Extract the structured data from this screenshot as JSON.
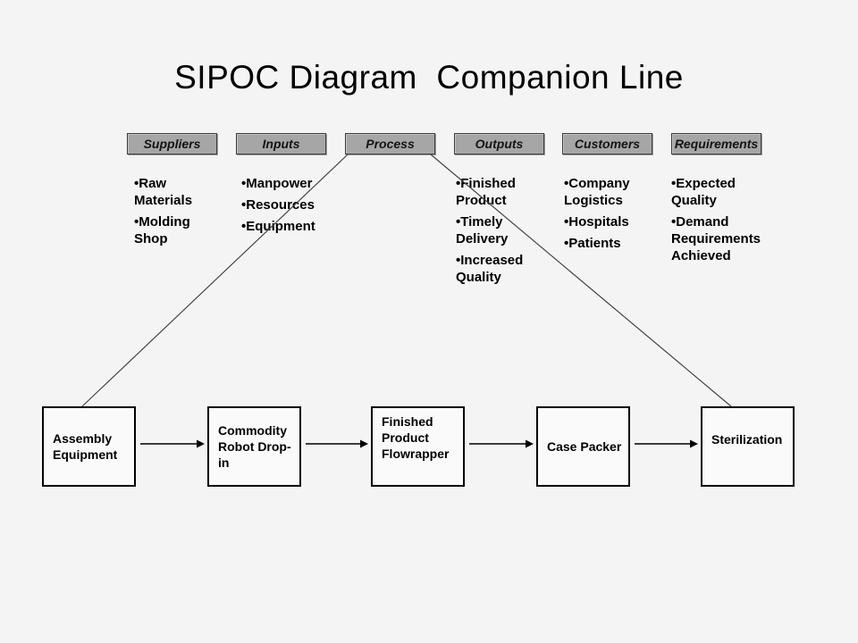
{
  "title": "SIPOC Diagram  Companion Line",
  "bullet": "•",
  "colors": {
    "background": "#f4f4f4",
    "header_fill": "#a6a6a6",
    "header_border": "#3c3c3c",
    "box_fill": "#fafafa",
    "box_border": "#000000",
    "line": "#444444",
    "text": "#000000"
  },
  "sipoc_columns": [
    {
      "id": "suppliers",
      "header": "Suppliers",
      "items": [
        "Raw Materials",
        "Molding Shop"
      ]
    },
    {
      "id": "inputs",
      "header": "Inputs",
      "items": [
        "Manpower",
        "Resources",
        "Equipment"
      ]
    },
    {
      "id": "process",
      "header": "Process",
      "items": []
    },
    {
      "id": "outputs",
      "header": "Outputs",
      "items": [
        "Finished Product",
        "Timely Delivery",
        "Increased Quality"
      ]
    },
    {
      "id": "customers",
      "header": "Customers",
      "items": [
        "Company Logistics",
        "Hospitals",
        "Patients"
      ]
    },
    {
      "id": "requirements",
      "header": "Requirements",
      "items": [
        "Expected Quality",
        "Demand Requirements Achieved"
      ]
    }
  ],
  "process_flow": [
    {
      "id": "assembly-equipment",
      "label": "Assembly Equipment"
    },
    {
      "id": "commodity-robot-drop-in",
      "label": "Commodity Robot Drop-in"
    },
    {
      "id": "finished-product-flowrapper",
      "label": "Finished Product Flowrapper"
    },
    {
      "id": "case-packer",
      "label": "Case Packer"
    },
    {
      "id": "sterilization",
      "label": "Sterilization"
    }
  ]
}
